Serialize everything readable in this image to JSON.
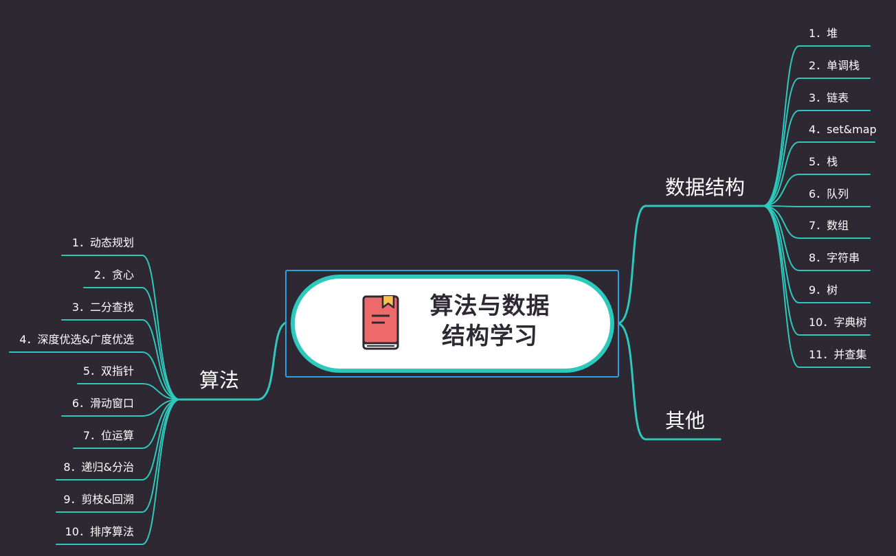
{
  "root": {
    "title_line1": "算法与数据",
    "title_line2": "结构学习",
    "icon": "book-icon"
  },
  "branches": {
    "data_structures": {
      "label": "数据结构",
      "items": [
        "1．堆",
        "2．单调栈",
        "3．链表",
        "4．set&map",
        "5．栈",
        "6．队列",
        "7．数组",
        "8．字符串",
        "9．树",
        "10．字典树",
        "11．并查集"
      ]
    },
    "algorithms": {
      "label": "算法",
      "items": [
        "1．动态规划",
        "2．贪心",
        "3．二分查找",
        "4．深度优选&广度优选",
        "5．双指针",
        "6．滑动窗口",
        "7．位运算",
        "8．递归&分治",
        "9．剪枝&回溯",
        "10．排序算法"
      ]
    },
    "others": {
      "label": "其他"
    }
  },
  "colors": {
    "background": "#2d2832",
    "line": "#2ec9bd",
    "frame": "#2f9fe6",
    "book_cover": "#ee6a6a",
    "book_tab": "#f7c34d"
  }
}
